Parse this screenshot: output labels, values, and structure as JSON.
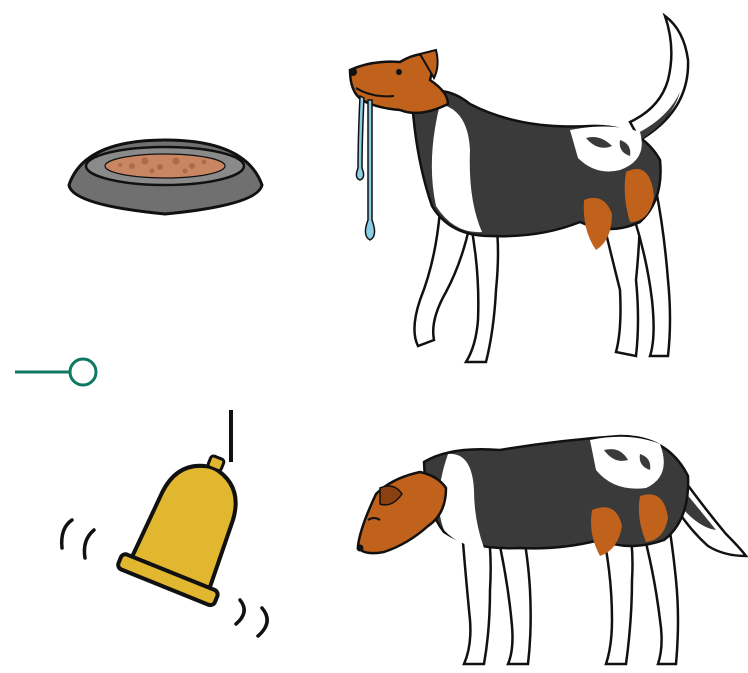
{
  "scene": {
    "top_left": "food-bowl",
    "top_right": "dog-salivating",
    "bottom_left": "ringing-bell",
    "bottom_right": "dog-head-down"
  },
  "colors": {
    "bowl_gray": "#707070",
    "food_brown": "#c98662",
    "dog_black": "#3a3a3a",
    "dog_tan": "#c0621c",
    "drool_blue": "#8ccde6",
    "bell_yellow": "#e2b730",
    "connector_green": "#0f7862",
    "outline": "#111111"
  }
}
